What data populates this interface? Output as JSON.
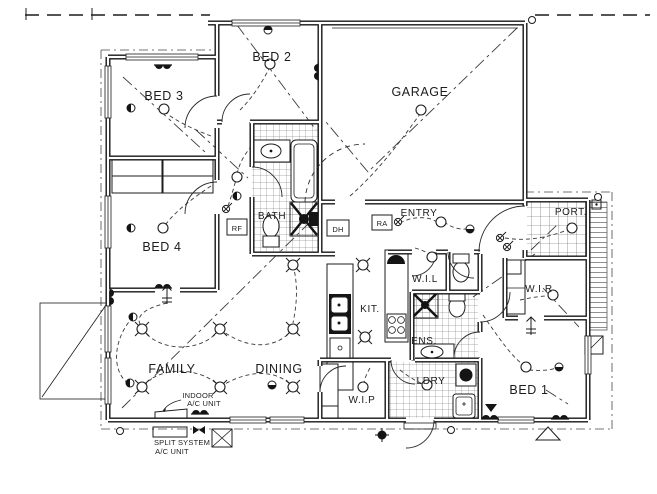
{
  "plan": {
    "title": "electrical-floor-plan",
    "rooms": {
      "bed2": "BED 2",
      "bed3": "BED 3",
      "bed4": "BED 4",
      "bed1": "BED 1",
      "garage": "GARAGE",
      "bath": "BATH",
      "entry": "ENTRY",
      "port": "PORT.",
      "wil": "W.I.L",
      "wir": "W.I.R",
      "kit": "KIT.",
      "ens": "ENS.",
      "ldry": "LDRY",
      "wip": "W.I.P",
      "family": "FAMILY",
      "dining": "DINING"
    },
    "equipment": {
      "rf": "RF",
      "dh": "DH",
      "ra": "RA",
      "indoor_ac": [
        "INDOOR",
        "A/C UNIT"
      ],
      "split_ac": [
        "SPLIT SYSTEM",
        "A/C UNIT"
      ]
    },
    "colors": {
      "ink": "#1c1c1c",
      "paper": "#ffffff"
    }
  }
}
